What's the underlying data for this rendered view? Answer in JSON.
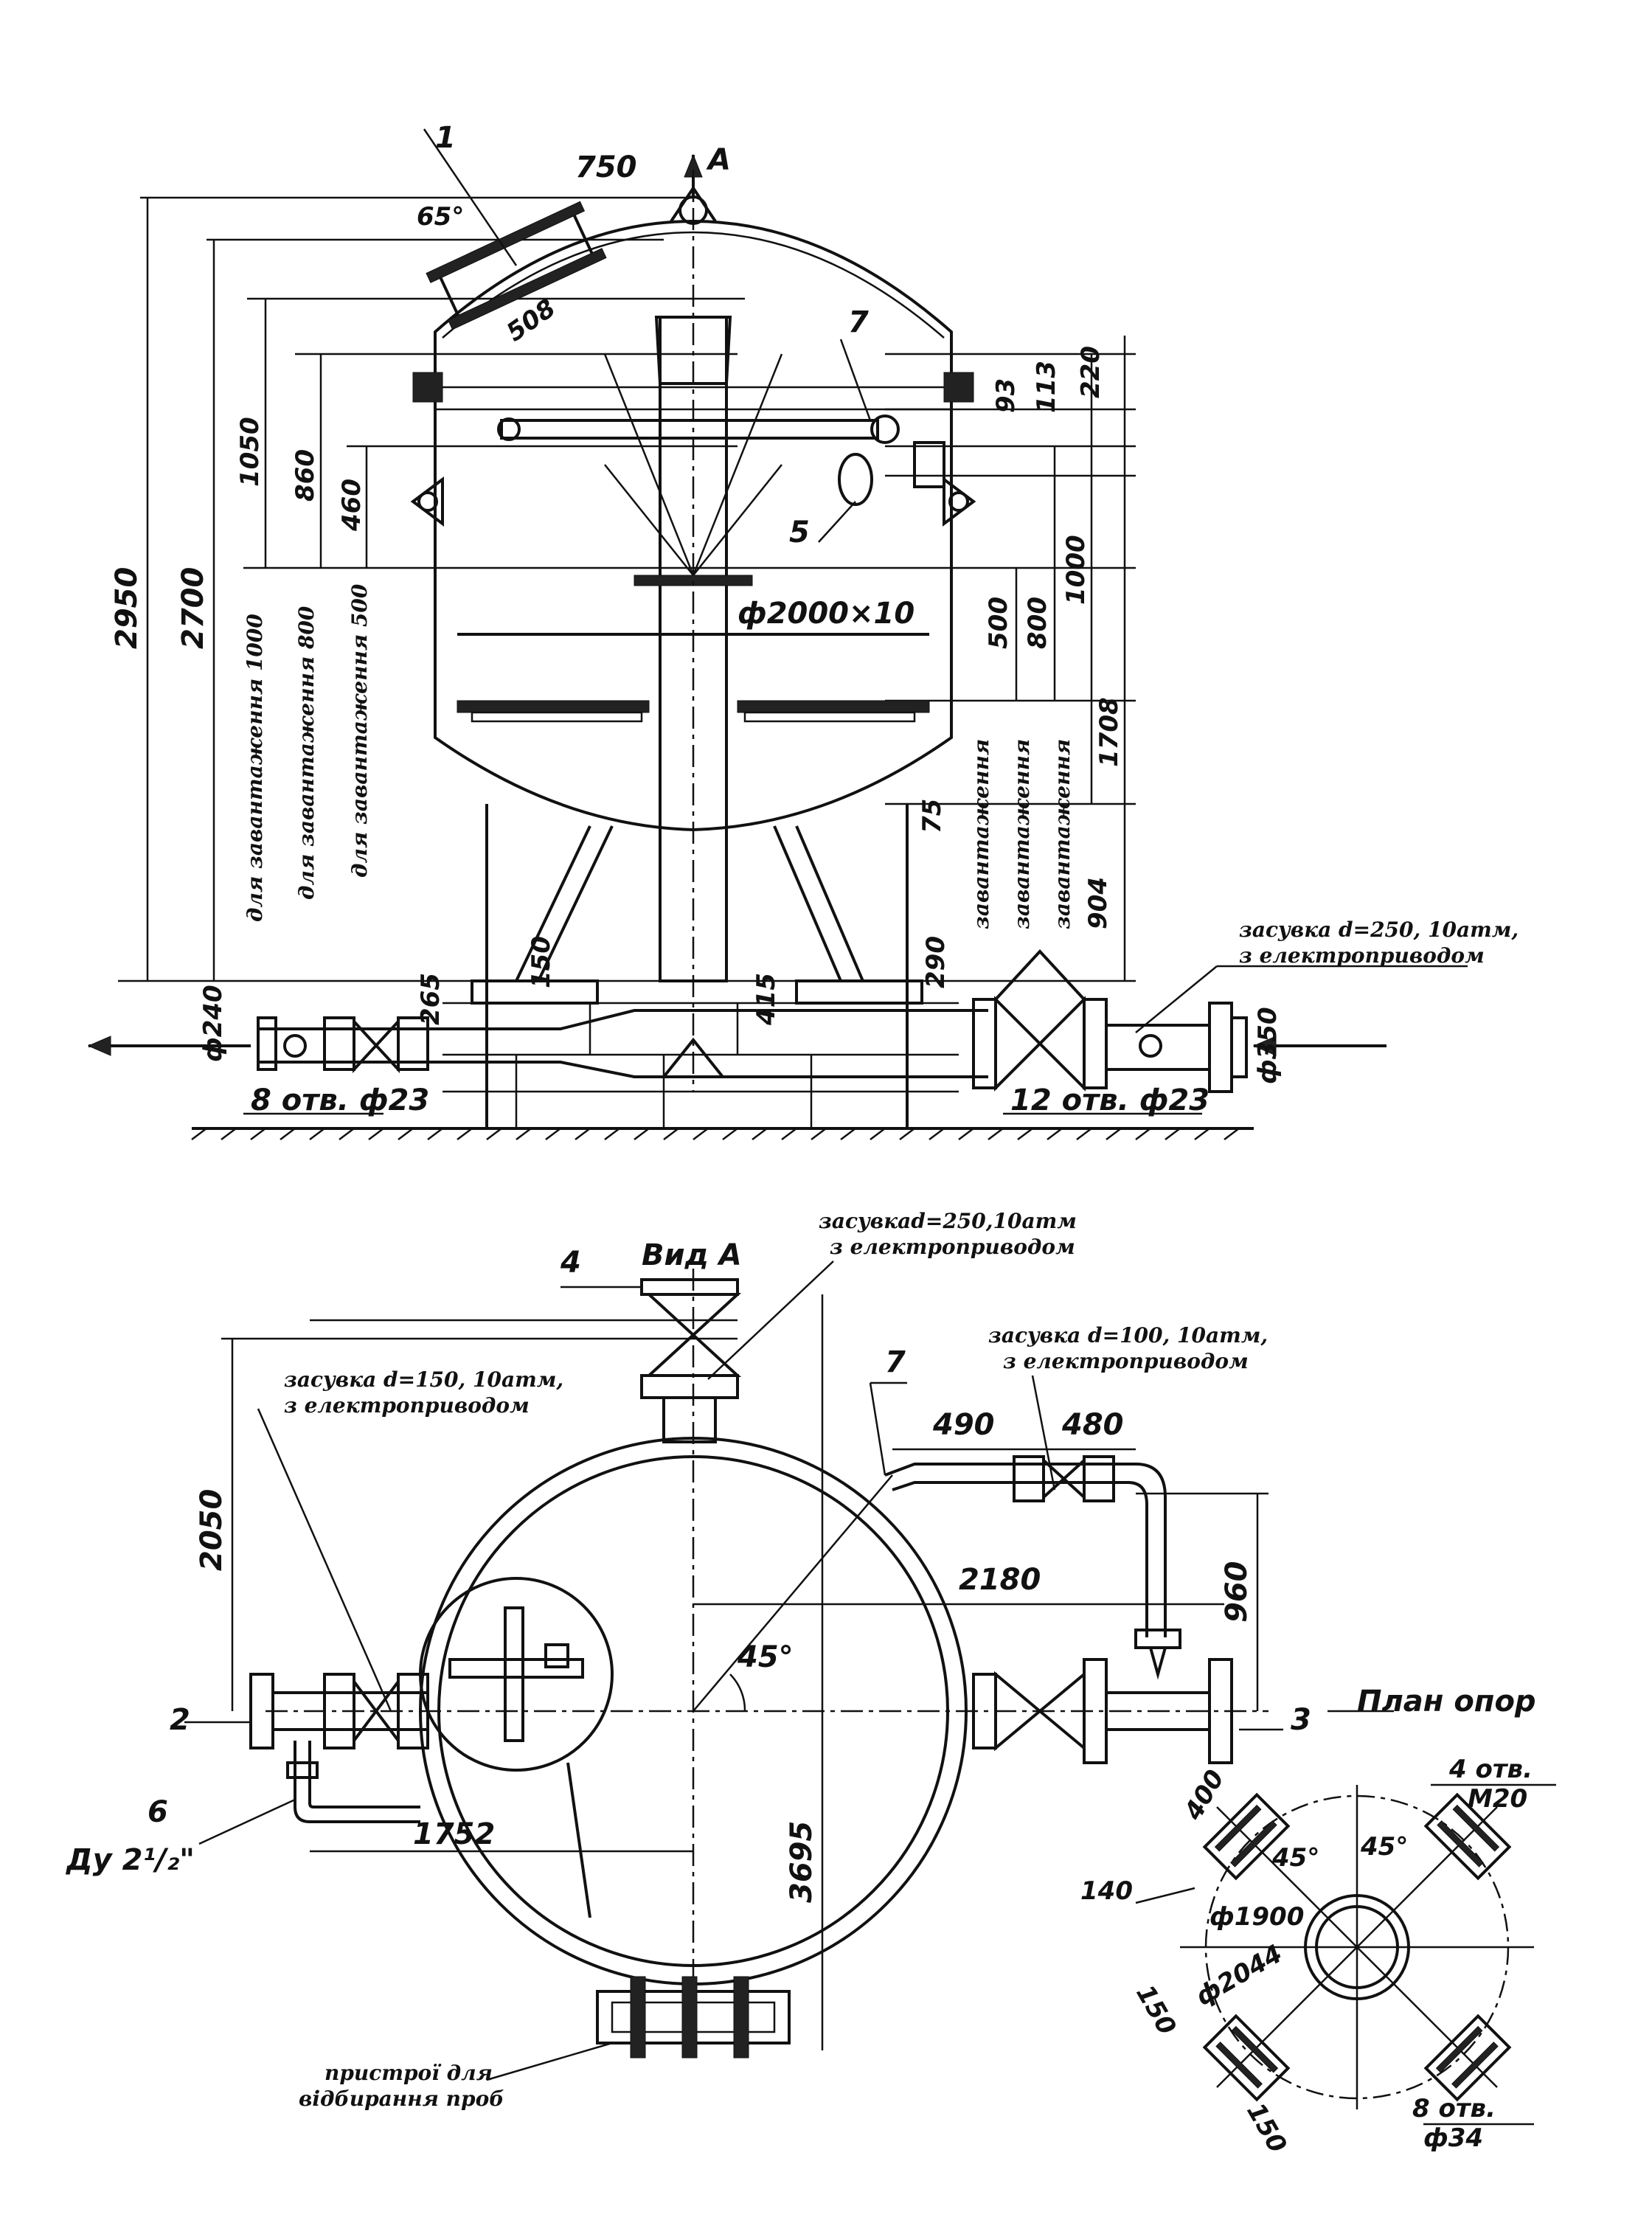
{
  "labels": {
    "pos1": "1",
    "pos2": "2",
    "pos3": "3",
    "pos4": "4",
    "pos5": "5",
    "pos6": "6",
    "pos7_top": "7",
    "pos7_plan": "7",
    "view_a_arrow": "A",
    "view_a": "Вид А",
    "plan_supports": "План опор"
  },
  "dims_elevation": {
    "d750": "750",
    "angle65": "65°",
    "d508": "508",
    "d2950": "2950",
    "d2700": "2700",
    "d1050": "1050",
    "d860": "860",
    "d460": "460",
    "d93": "93",
    "d113": "113",
    "d220": "220",
    "d500": "500",
    "d800": "800",
    "d1000": "1000",
    "d1708": "1708",
    "d75": "75",
    "d904": "904",
    "d290": "290",
    "d415": "415",
    "d150": "150",
    "d265": "265",
    "phi240": "ф240",
    "phi350": "ф350",
    "shell": "ф2000×10",
    "holes8": "8 отв. ф23",
    "holes12": "12 отв. ф23"
  },
  "dims_plan": {
    "d2050": "2050",
    "d490": "490",
    "d480": "480",
    "d2180": "2180",
    "d960": "960",
    "angle45": "45°",
    "d3695": "3695",
    "d1752": "1752",
    "du": "Ду 2¹/₂\""
  },
  "dims_supports": {
    "d400": "400",
    "a45a": "45°",
    "a45b": "45°",
    "holes4": "4 отв.",
    "m20": "М20",
    "d140": "140",
    "phi1900": "ф1900",
    "phi2044": "ф2044",
    "d150a": "150",
    "d150b": "150",
    "holes8": "8 отв.",
    "phi34": "ф34"
  },
  "notes": {
    "load1000": "для завантаження 1000",
    "load800": "для завантаження 800",
    "load500": "для завантаження 500",
    "zav1": "завантаження",
    "zav2": "завантаження",
    "zav3": "завантаження",
    "valve250_elev": [
      "засувка d=250, 10атм,",
      "з електроприводом"
    ],
    "valve250_plan": [
      "засувкаd=250,10атм",
      "з електроприводом"
    ],
    "valve100": [
      "засувка d=100, 10атм,",
      "з електроприводом"
    ],
    "valve150": [
      "засувка d=150, 10атм,",
      "з електроприводом"
    ],
    "samplers": [
      "пристрої для",
      "відбирання проб"
    ]
  }
}
